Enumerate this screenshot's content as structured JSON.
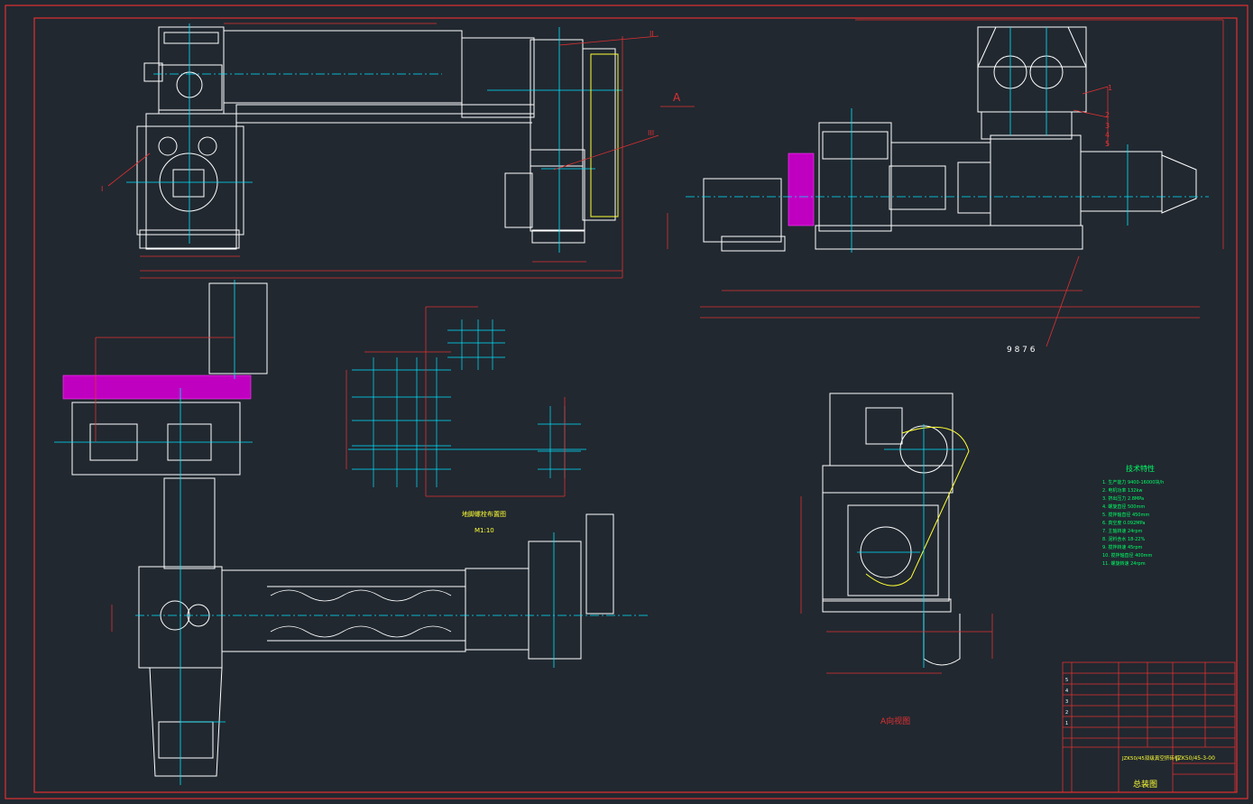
{
  "drawing": {
    "view_label_A": "A",
    "view_A_title": "A向视图",
    "parts_callouts": [
      "1",
      "2",
      "3",
      "4",
      "5"
    ],
    "bottom_callouts": "9 8 7 6",
    "left_callout": "I",
    "top_callout_1": "II",
    "top_callout_2": "III",
    "layout_title": "地脚螺栓布置图",
    "layout_scale": "M1:10",
    "tech_title": "技术特性",
    "tech_items": [
      "1. 生产能力    9400-16000块/h",
      "2. 电机功率    132kw",
      "3. 挤出压力    2.8MPa",
      "4. 螺旋直径    500mm",
      "5. 搅拌轴直径  450mm",
      "6. 真空度      0.092MPa",
      "7. 主轴转速    24rpm",
      "8. 泥料含水    18-22%",
      "9. 搅拌转速    45rpm",
      "10. 搅拌轴直径  400mm",
      "11. 螺旋转速   24rpm"
    ],
    "title_block": {
      "drawing_no": "JZK50/45-3-00",
      "name": "总装图",
      "machine": "JZK50/45双级真空挤砖机",
      "part_rows": [
        "5",
        "4",
        "3",
        "2",
        "1"
      ]
    }
  }
}
